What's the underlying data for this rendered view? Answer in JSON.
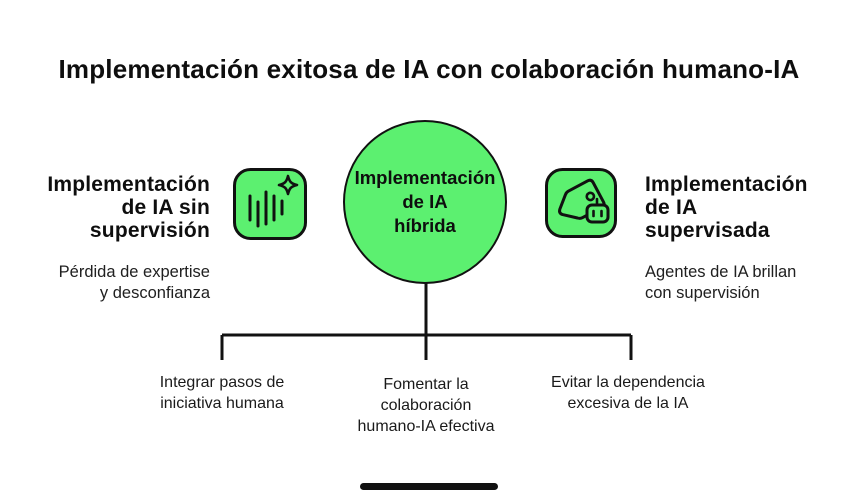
{
  "title": "Implementación exitosa de IA con colaboración humano-IA",
  "colors": {
    "accent_green": "#5CF070",
    "ink": "#111111"
  },
  "center_node": {
    "lines": [
      "Implementación",
      "de IA",
      "híbrida"
    ]
  },
  "left_branch": {
    "icon": "soundwave-sparkle-icon",
    "heading_lines": [
      "Implementación",
      "de IA sin",
      "supervisión"
    ],
    "subtitle_lines": [
      "Pérdida de expertise",
      "y desconfianza"
    ]
  },
  "right_branch": {
    "icon": "tag-robot-icon",
    "heading_lines": [
      "Implementación",
      "de IA",
      "supervisada"
    ],
    "subtitle_lines": [
      "Agentes de IA brillan",
      "con supervisión"
    ]
  },
  "bottom_items": [
    {
      "lines": [
        "Integrar pasos de",
        "iniciativa humana"
      ]
    },
    {
      "lines": [
        "Fomentar la",
        "colaboración",
        "humano-IA efectiva"
      ]
    },
    {
      "lines": [
        "Evitar la dependencia",
        "excesiva de la IA"
      ]
    }
  ]
}
